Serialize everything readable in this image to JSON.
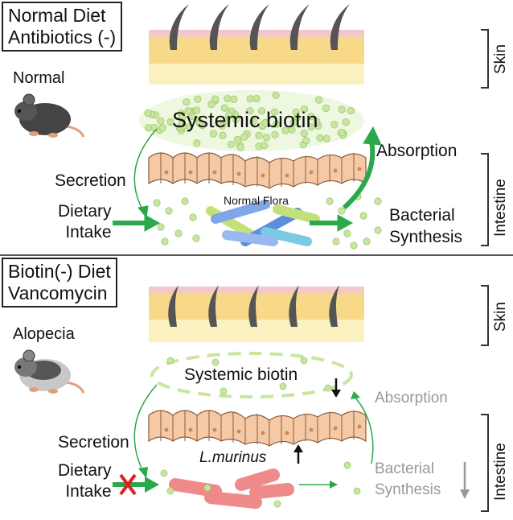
{
  "top_panel": {
    "title_line1": "Normal Diet",
    "title_line2": "Antibiotics (-)",
    "mouse_state": "Normal",
    "skin_label": "Skin",
    "intestine_label": "Intestine",
    "systemic_label": "Systemic biotin",
    "absorption_label": "Absorption",
    "secretion_label": "Secretion",
    "dietary_line1": "Dietary",
    "dietary_line2": "Intake",
    "flora_label": "Normal Flora",
    "bacterial_line1": "Bacterial",
    "bacterial_line2": "Synthesis"
  },
  "bottom_panel": {
    "title_line1": "Biotin(-) Diet",
    "title_line2": "Vancomycin",
    "mouse_state": "Alopecia",
    "skin_label": "Skin",
    "intestine_label": "Intestine",
    "systemic_label": "Systemic biotin",
    "absorption_label": "Absorption",
    "secretion_label": "Secretion",
    "dietary_line1": "Dietary",
    "dietary_line2": "Intake",
    "bacteria_label": "L.murinus",
    "bacterial_line1": "Bacterial",
    "bacterial_line2": "Synthesis",
    "systemic_trend": "decrease",
    "bacteria_trend": "increase",
    "synthesis_trend": "decrease",
    "dietary_blocked": true
  },
  "colors": {
    "arrow_green": "#2aa84a",
    "biotin_dot": "#c9e6a0",
    "skin_pink": "#f2c9c6",
    "skin_yellow": "#f8d98a",
    "skin_pale": "#fbf0c0",
    "hair": "#555555",
    "villi": "#f6c9a6",
    "villi_outline": "#8a5a3a",
    "red_bacteria": "#ee8a8a",
    "block_x": "#e02020"
  }
}
